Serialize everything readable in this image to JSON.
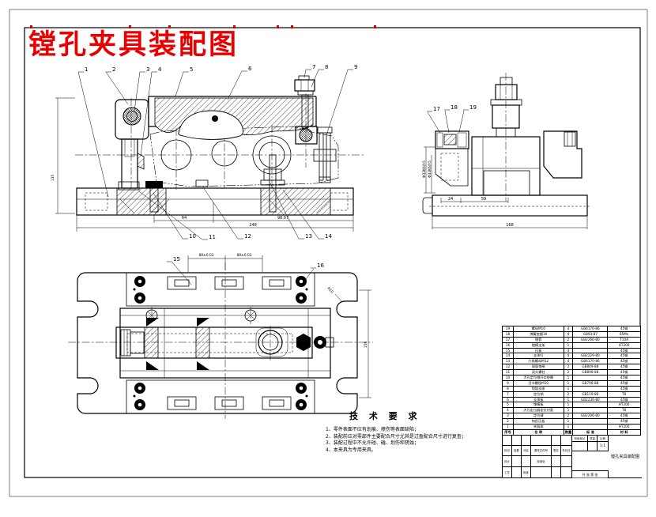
{
  "page": {
    "title": "镗孔夹具装配图"
  },
  "balloons": {
    "front_top": [
      "1",
      "2",
      "3",
      "4",
      "5",
      "6",
      "7",
      "8",
      "9"
    ],
    "front_bottom": [
      "10",
      "11",
      "12",
      "13",
      "14"
    ],
    "plan": [
      "15",
      "16"
    ],
    "side": [
      "17",
      "18",
      "19"
    ]
  },
  "dims": {
    "front_height": "135",
    "front_b1": "64",
    "front_b2": "98.07",
    "front_b3": "248",
    "side_b1": "24",
    "side_b2": "59",
    "side_b3": "168",
    "side_fit1": "Φ32K6/h5",
    "side_fit2": "Φ32K6/h5",
    "plan_t1": "88±0.02",
    "plan_t2": "88±0.02",
    "plan_right": "156",
    "plan_r": "R10"
  },
  "tech": {
    "heading": "技 术 要 求",
    "items": [
      "1、零件表面不应有划痕、擦伤等表面缺陷；",
      "2、装配前应对零部件主要配合尺寸尤其是过盈配合尺寸进行复查；",
      "3、装配过程中不允许碰、磕、划伤和锈蚀；",
      "4、本夹具为专用夹具。"
    ]
  },
  "parts_table": {
    "headers": [
      "序号",
      "名  称",
      "数量",
      "标  准",
      "材  料"
    ],
    "rows": [
      [
        "19",
        "螺母M16",
        "4",
        "GB6170-86",
        "45钢"
      ],
      [
        "18",
        "弹簧垫圈16",
        "4",
        "GB93-87",
        "65Mn"
      ],
      [
        "17",
        "镗套",
        "2",
        "GB2266-80",
        "T10A"
      ],
      [
        "16",
        "镗模支架",
        "1",
        "",
        "HT200"
      ],
      [
        "15",
        "压板",
        "4",
        "",
        "45钢"
      ],
      [
        "14",
        "支承钉",
        "4",
        "GB2229-80",
        "45钢"
      ],
      [
        "13",
        "六角螺母M12",
        "4",
        "GB6170-86",
        "45钢"
      ],
      [
        "12",
        "球面垫圈",
        "2",
        "GB849-88",
        "45钢"
      ],
      [
        "11",
        "双头螺柱",
        "2",
        "GB898-88",
        "45钢"
      ],
      [
        "10",
        "大孔定位销开口垫圈",
        "1",
        "",
        "45钢"
      ],
      [
        "9",
        "活节螺栓M10",
        "1",
        "GB798-88",
        "45钢"
      ],
      [
        "8",
        "铰链支座",
        "1",
        "",
        "45钢"
      ],
      [
        "7",
        "定位销",
        "2",
        "GB119-86",
        "T8"
      ],
      [
        "6",
        "支承板",
        "1",
        "GB2236-80",
        "45钢"
      ],
      [
        "5",
        "镗模板",
        "1",
        "",
        "HT200"
      ],
      [
        "4",
        "大孔定位器定位衬套",
        "1",
        "",
        "T8"
      ],
      [
        "3",
        "定位键",
        "2",
        "GB2206-80",
        "45钢"
      ],
      [
        "2",
        "钩形压板",
        "1",
        "",
        "45钢"
      ],
      [
        "1",
        "夹具体",
        "1",
        "",
        "HT200"
      ]
    ]
  },
  "title_block": {
    "c1": "标记",
    "c2": "处数",
    "c3": "分区",
    "c4": "更改文件号",
    "c5": "签名",
    "c6": "年月日",
    "design": "设计",
    "standard": "标准化",
    "process": "工艺",
    "approve": "批准",
    "stage": "阶段标记",
    "mass": "质量",
    "scale_label": "比例",
    "scale": "1:1",
    "sheet": "共 张 第 张",
    "name": "镗孔夹具装配图"
  }
}
